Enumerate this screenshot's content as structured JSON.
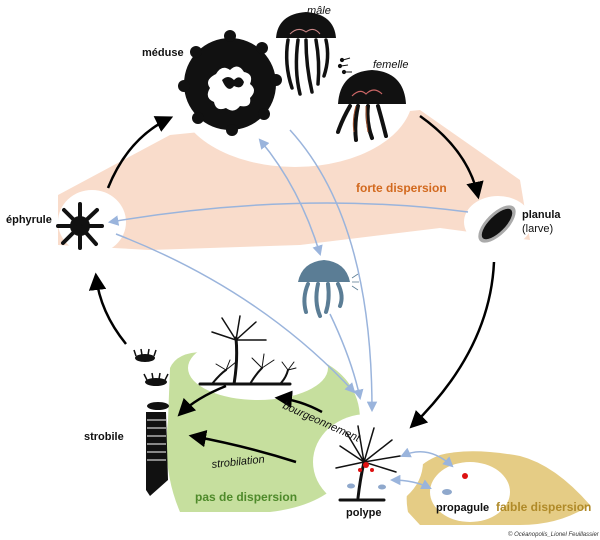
{
  "labels": {
    "meduse": "méduse",
    "male": "mâle",
    "femelle": "femelle",
    "planula": "planula",
    "larve": "(larve)",
    "ephyrule": "éphyrule",
    "strobile": "strobile",
    "polype": "polype",
    "propagule": "propagule",
    "bourgeonnement": "bourgeonnement",
    "strobilation": "strobilation"
  },
  "zones": {
    "forte": "forte dispersion",
    "pas": "pas de dispersion",
    "faible": "faible dispersion"
  },
  "credit": "© Océanopolis_Lionel Feuillassier",
  "colors": {
    "forte_zone": "#f9dccb",
    "pas_zone": "#c6df9e",
    "faible_zone": "#e5cc85",
    "blue_arrow": "#9ab4dc",
    "black_arrow": "#000000",
    "blue_jelly": "#5b7d95",
    "red_dot": "#dd1111"
  }
}
